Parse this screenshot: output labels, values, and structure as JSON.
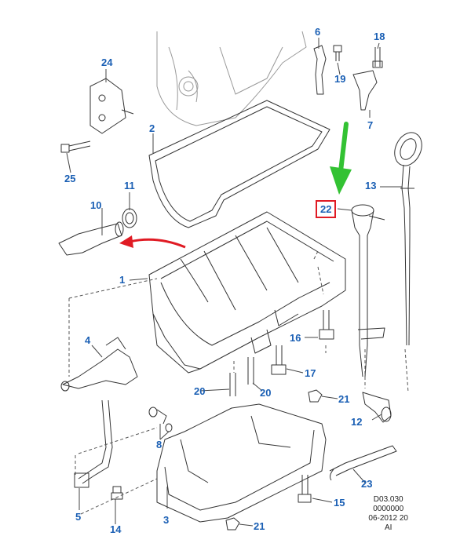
{
  "diagram": {
    "callouts": [
      {
        "id": "1",
        "label": "1"
      },
      {
        "id": "2",
        "label": "2"
      },
      {
        "id": "3",
        "label": "3"
      },
      {
        "id": "4",
        "label": "4"
      },
      {
        "id": "5",
        "label": "5"
      },
      {
        "id": "6",
        "label": "6"
      },
      {
        "id": "7",
        "label": "7"
      },
      {
        "id": "8",
        "label": "8"
      },
      {
        "id": "10",
        "label": "10"
      },
      {
        "id": "11",
        "label": "11"
      },
      {
        "id": "12",
        "label": "12"
      },
      {
        "id": "13",
        "label": "13"
      },
      {
        "id": "14",
        "label": "14"
      },
      {
        "id": "15",
        "label": "15"
      },
      {
        "id": "16",
        "label": "16"
      },
      {
        "id": "17",
        "label": "17"
      },
      {
        "id": "18",
        "label": "18"
      },
      {
        "id": "19",
        "label": "19"
      },
      {
        "id": "20a",
        "label": "20"
      },
      {
        "id": "20b",
        "label": "20"
      },
      {
        "id": "21a",
        "label": "21"
      },
      {
        "id": "21b",
        "label": "21"
      },
      {
        "id": "22",
        "label": "22"
      },
      {
        "id": "23",
        "label": "23"
      },
      {
        "id": "24",
        "label": "24"
      },
      {
        "id": "25",
        "label": "25"
      }
    ],
    "highlighted": "22",
    "reference": {
      "line1": "D03.030",
      "line2": "0000000",
      "line3": "06-2012 20",
      "line4": "AI"
    },
    "colors": {
      "callout": "#1a5fb4",
      "highlight_box": "#e01b24",
      "arrow_green": "#33c233",
      "arrow_red": "#e01b24",
      "line_art": "#333333"
    }
  }
}
